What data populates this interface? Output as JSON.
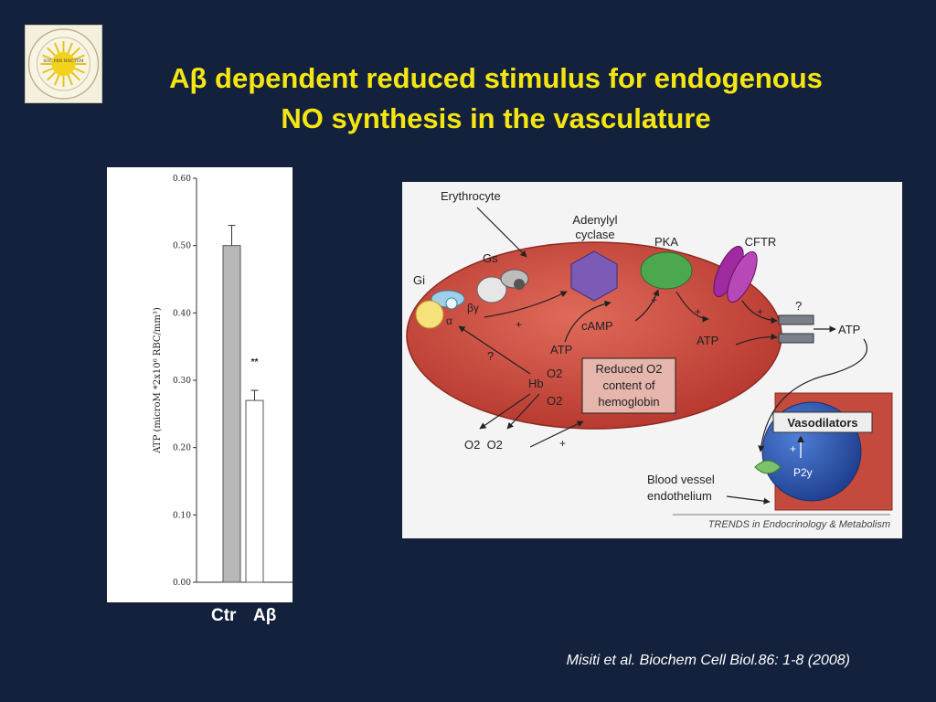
{
  "slide": {
    "title_line1": "Aβ dependent reduced stimulus for endogenous",
    "title_line2": "NO synthesis in the vasculature",
    "citation": "Misiti et al. Biochem Cell Biol.86: 1-8 (2008)",
    "logo_text": "SOL PER NOCTEM"
  },
  "chart_data": {
    "type": "bar",
    "categories": [
      "Ctr",
      "Aβ"
    ],
    "values": [
      0.5,
      0.27
    ],
    "errors": [
      0.03,
      0.015
    ],
    "ylabel": "ATP (microM *2x10⁶ RBC/mm³)",
    "ylim": [
      0,
      0.6
    ],
    "yticks": [
      "0.00",
      "0.10",
      "0.20",
      "0.30",
      "0.40",
      "0.50",
      "0.60"
    ],
    "significance": "**",
    "bar_colors": [
      "#b8b8b8",
      "#ffffff"
    ]
  },
  "diagram": {
    "erythrocyte": "Erythrocyte",
    "adenylyl1": "Adenylyl",
    "adenylyl2": "cyclase",
    "pka": "PKA",
    "cftr": "CFTR",
    "gs": "Gs",
    "gi": "Gi",
    "beta_gamma": "βγ",
    "alpha": "α",
    "camp": "cAMP",
    "atp_left": "ATP",
    "atp_mid": "ATP",
    "atp_out": "ATP",
    "plus": "+",
    "question": "?",
    "hb": "Hb",
    "o2": "O2",
    "reduced1": "Reduced O2",
    "reduced2": "content of",
    "reduced3": "hemoglobin",
    "o2_pair": "O2  O2",
    "vasodilators": "Vasodilators",
    "p2y": "P2y",
    "blood1": "Blood vessel",
    "blood2": "endothelium",
    "source": "TRENDS in Endocrinology & Metabolism"
  },
  "colors": {
    "background": "#13213c",
    "title": "#f5e611",
    "cell": "#cc4a3c",
    "pka": "#4ba84f",
    "adenylyl": "#7b5bb5",
    "cftr": "#a02aa0",
    "blood_vessel": "#2f58b0"
  }
}
